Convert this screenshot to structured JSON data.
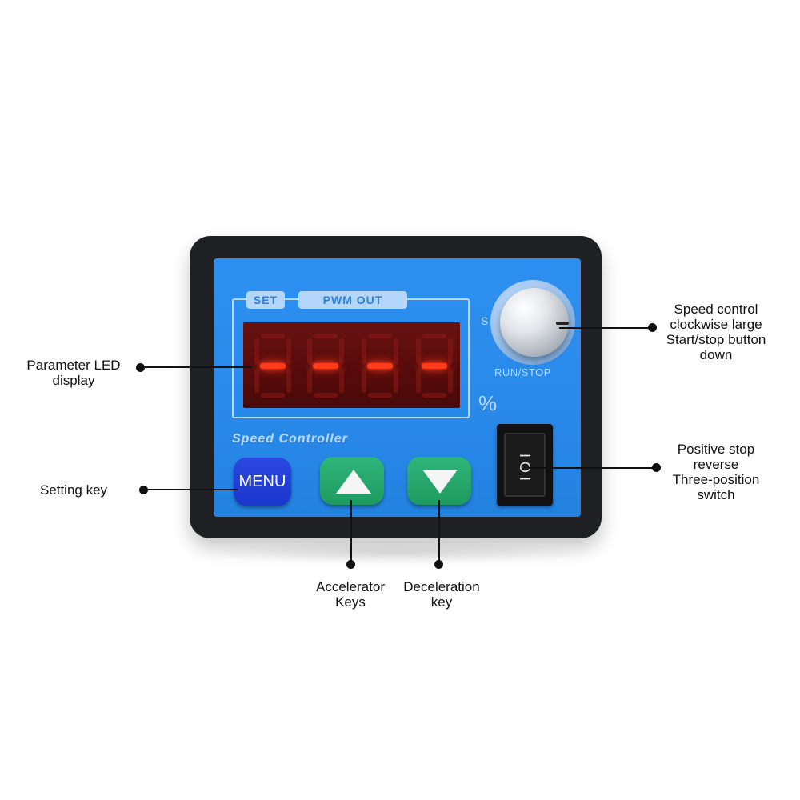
{
  "device": {
    "tag_set": "SET",
    "tag_pwm": "PWM OUT",
    "percent_symbol": "%",
    "panel_label": "Speed Controller",
    "menu_button": "MENU",
    "knob_label": "RUN/STOP",
    "knob_s": "S",
    "switch_symbol": "I O I",
    "colors": {
      "body": "#1e2024",
      "panel": "#2a8aea",
      "led_on": "#ff3b1c",
      "menu_button": "#1b36cc",
      "arrow_buttons": "#1e9a5f"
    },
    "icons": [
      "up-arrow-icon",
      "down-arrow-icon",
      "rocker-switch-icon",
      "knob-icon"
    ]
  },
  "callouts": {
    "parameter_display": [
      "Parameter LED",
      "display"
    ],
    "setting_key": [
      "Setting key"
    ],
    "speed_control": [
      "Speed control",
      "clockwise large",
      "Start/stop button",
      "down"
    ],
    "three_position_switch": [
      "Positive stop",
      "reverse",
      "Three-position",
      "switch"
    ],
    "accelerator": [
      "Accelerator",
      "Keys"
    ],
    "deceleration": [
      "Deceleration",
      "key"
    ]
  }
}
